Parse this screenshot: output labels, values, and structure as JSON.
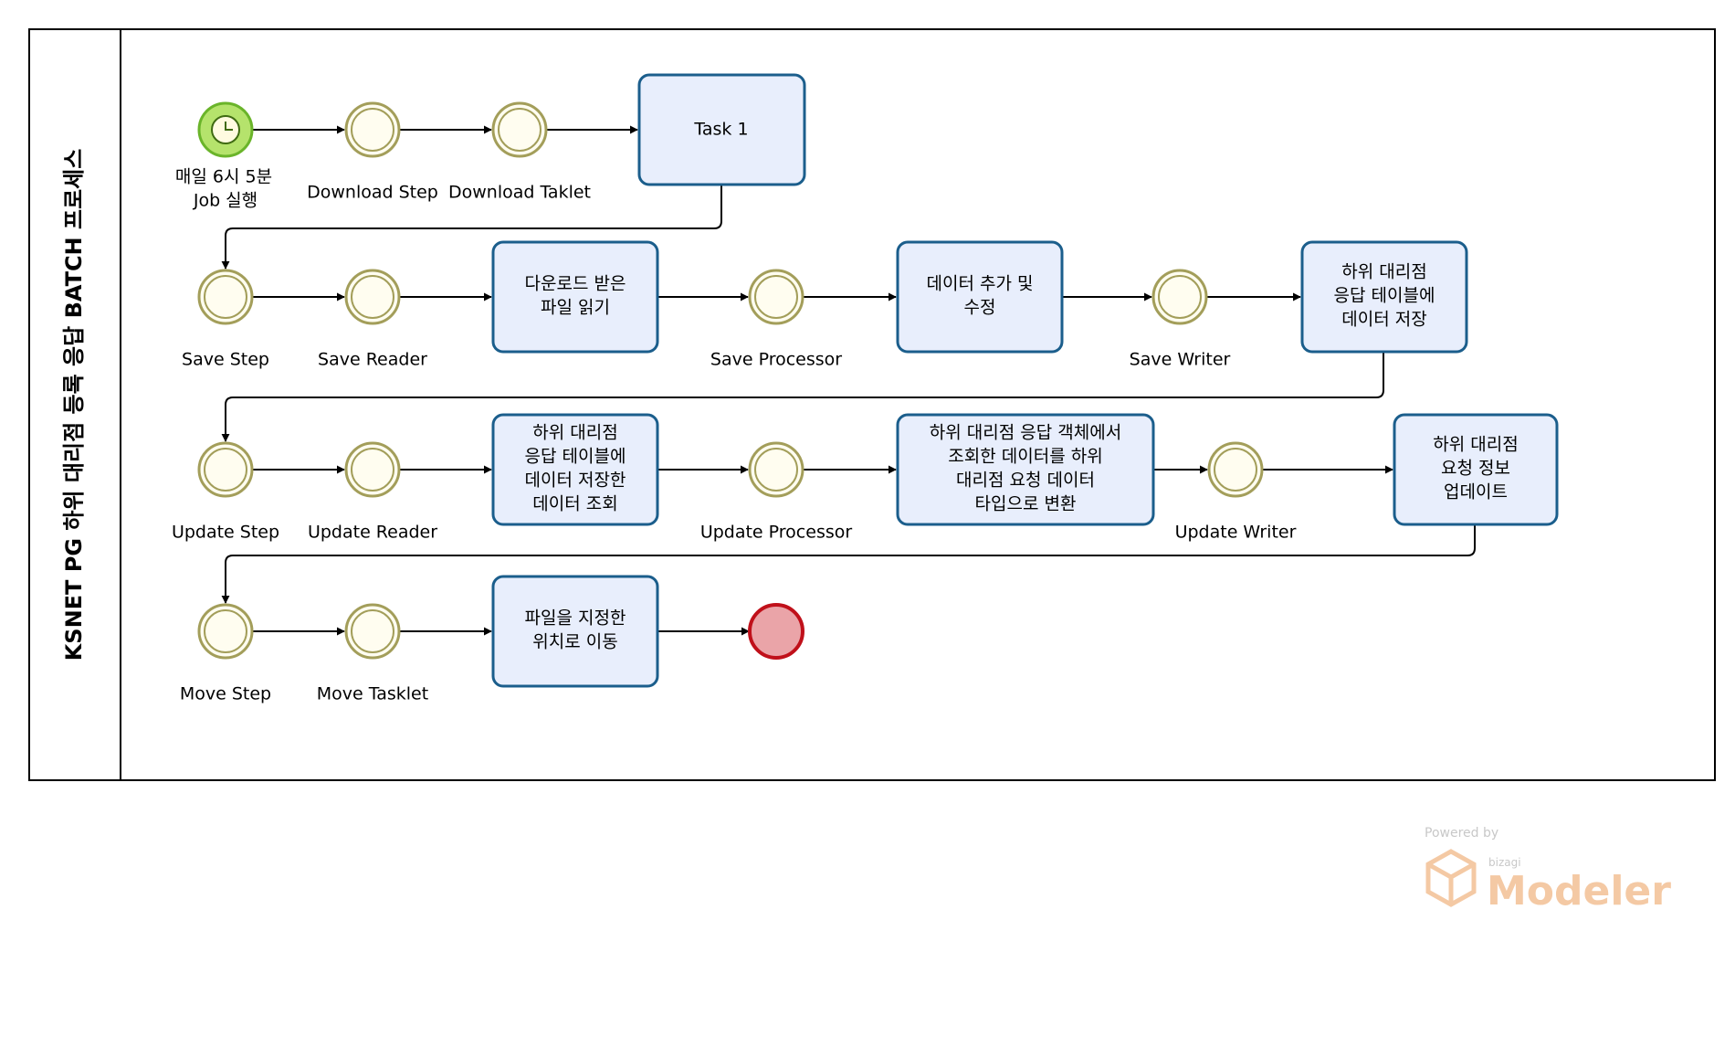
{
  "pool": {
    "title": "KSNET PG 하위 대리점 등록 응답 BATCH 프로세스"
  },
  "start_event": {
    "label_lines": [
      "매일 6시 5분",
      "Job 실행"
    ]
  },
  "events": {
    "download_step": "Download Step",
    "download_tasklet": "Download Taklet",
    "save_step": "Save Step",
    "save_reader": "Save Reader",
    "save_processor": "Save Processor",
    "save_writer": "Save Writer",
    "update_step": "Update Step",
    "update_reader": "Update Reader",
    "update_processor": "Update Processor",
    "update_writer": "Update Writer",
    "move_step": "Move Step",
    "move_tasklet": "Move Tasklet"
  },
  "tasks": {
    "task1": [
      "Task 1"
    ],
    "read_file": [
      "다운로드 받은",
      "파일 읽기"
    ],
    "add_modify": [
      "데이터 추가 및",
      "수정"
    ],
    "save_table": [
      "하위 대리점",
      "응답 테이블에",
      "데이터 저장"
    ],
    "query_saved": [
      "하위 대리점",
      "응답 테이블에",
      "데이터 저장한",
      "데이터 조회"
    ],
    "convert": [
      "하위 대리점 응답 객체에서",
      "조회한 데이터를 하위",
      "대리점 요청 데이터",
      "타입으로 변환"
    ],
    "update_request": [
      "하위 대리점",
      "요청 정보",
      "업데이트"
    ],
    "move_file": [
      "파일을 지정한",
      "위치로 이동"
    ]
  },
  "watermark": {
    "powered_by": "Powered by",
    "brand": "bizagi",
    "product": "Modeler"
  },
  "colors": {
    "task_fill": "#e8eefc",
    "task_stroke": "#1b5e8c",
    "event_stroke": "#a39e5a",
    "event_fill": "#fffdf0",
    "start_fill": "#b5e36c",
    "start_stroke": "#6ab42a",
    "end_fill": "#eaa4a8",
    "end_stroke": "#c0101a"
  }
}
